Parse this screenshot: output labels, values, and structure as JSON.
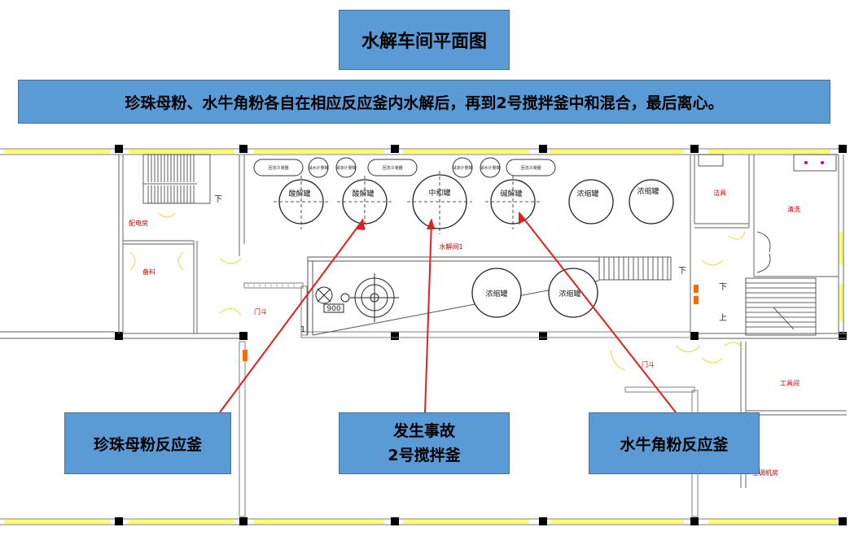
{
  "title": "水解车间平面图",
  "description": "珍珠母粉、水牛角粉各自在相应反应釜内水解后，再到2号搅拌釜中和混合，最后离心。",
  "callouts": {
    "pearl_reactor": "珍珠母粉反应釜",
    "accident_line1": "发生事故",
    "accident_line2": "2号搅拌釜",
    "buffalo_reactor": "水牛角粉反应釜"
  },
  "plan_labels": {
    "tank_acid_1": "酸解罐",
    "tank_acid_2": "酸解罐",
    "tank_neutral": "中和罐",
    "tank_alkali": "碱解罐",
    "tank_conc_1": "浓缩罐",
    "tank_conc_2": "浓缩罐",
    "tank_conc_3": "浓缩罐",
    "tank_conc_4": "浓缩罐",
    "small_1": "回流冷凝器",
    "small_2": "碱水计量罐",
    "small_3": "碱液计量罐",
    "small_4": "回流冷凝器",
    "small_5": "碱液计量罐",
    "small_6": "碱水计量罐",
    "small_7": "回流冷凝器",
    "room_power": "配电房",
    "room_storage": "备料",
    "room_tools": "洁具",
    "room_wash": "清洗",
    "room_workshop": "工具间",
    "room_ac": "空调机房",
    "hall": "水解间1",
    "airlock_1": "门斗",
    "airlock_2": "门斗",
    "down_1": "下",
    "down_2": "下",
    "down_3": "下",
    "up_1": "上",
    "dim_900": "900",
    "dim_1": "1"
  },
  "colors": {
    "box_fill": "#5b9bd5",
    "box_border": "#41719c",
    "leader": "#e02020",
    "wall": "#7f7f7f",
    "window": "#ffff66",
    "room_text": "#cc0000"
  }
}
